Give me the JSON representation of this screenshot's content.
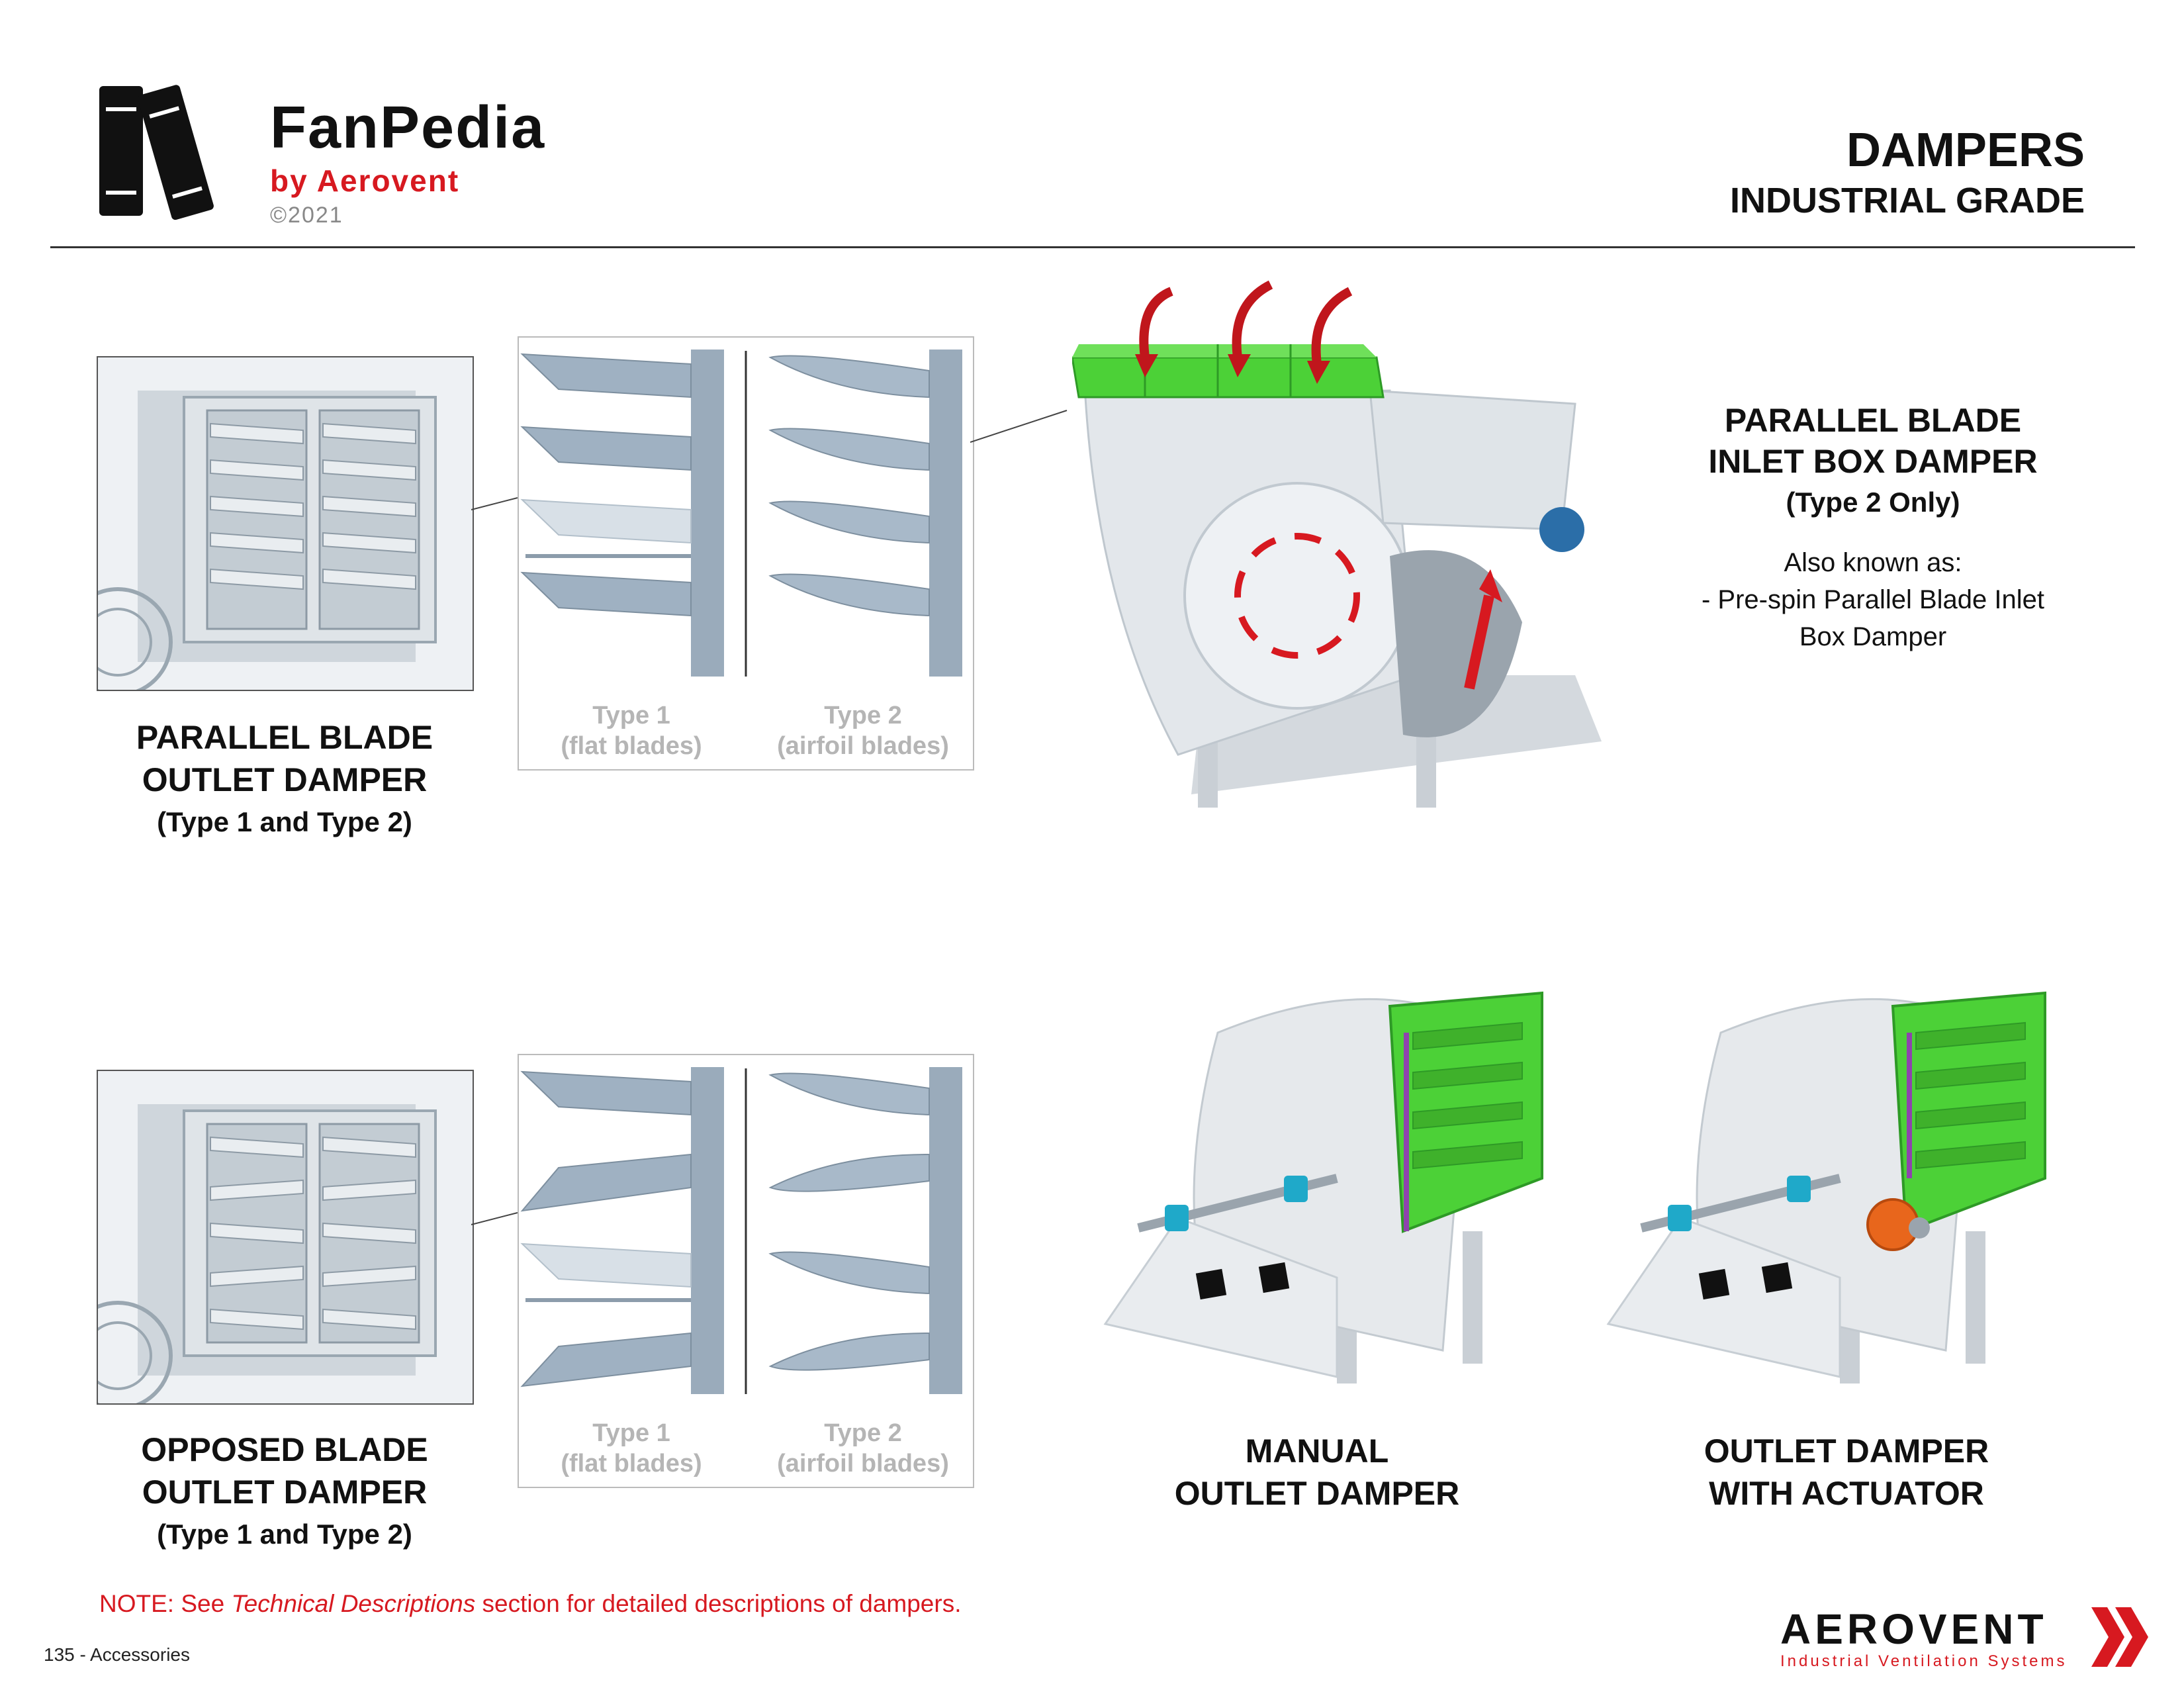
{
  "header": {
    "brand": "FanPedia",
    "brand_sub": "by Aerovent",
    "copyright": "©2021",
    "title": "DAMPERS",
    "subtitle": "INDUSTRIAL GRADE"
  },
  "parallel_outlet": {
    "title_line1": "PARALLEL BLADE",
    "title_line2": "OUTLET DAMPER",
    "types": "(Type 1 and Type 2)",
    "type1_label": "Type 1",
    "type1_desc": "(flat blades)",
    "type2_label": "Type 2",
    "type2_desc": "(airfoil blades)"
  },
  "opposed_outlet": {
    "title_line1": "OPPOSED BLADE",
    "title_line2": "OUTLET DAMPER",
    "types": "(Type 1 and Type 2)",
    "type1_label": "Type 1",
    "type1_desc": "(flat blades)",
    "type2_label": "Type 2",
    "type2_desc": "(airfoil blades)"
  },
  "inlet_box": {
    "title_line1": "PARALLEL BLADE",
    "title_line2": "INLET BOX DAMPER",
    "types": "(Type 2 Only)",
    "aka_line1": "Also known as:",
    "aka_line2": "- Pre-spin Parallel Blade Inlet",
    "aka_line3": "Box Damper"
  },
  "manual": {
    "title_line1": "MANUAL",
    "title_line2": "OUTLET DAMPER"
  },
  "actuator": {
    "title_line1": "OUTLET DAMPER",
    "title_line2": "WITH ACTUATOR"
  },
  "note": {
    "prefix": "NOTE: See ",
    "italic": "Technical Descriptions",
    "suffix": " section for detailed descriptions of dampers."
  },
  "footer": {
    "page": "135 - Accessories",
    "logo": "AEROVENT",
    "logo_sub": "Industrial Ventilation Systems"
  },
  "colors": {
    "accent_red": "#d71920",
    "damper_green": "#4cd137",
    "steel": "#8fa3b3"
  }
}
